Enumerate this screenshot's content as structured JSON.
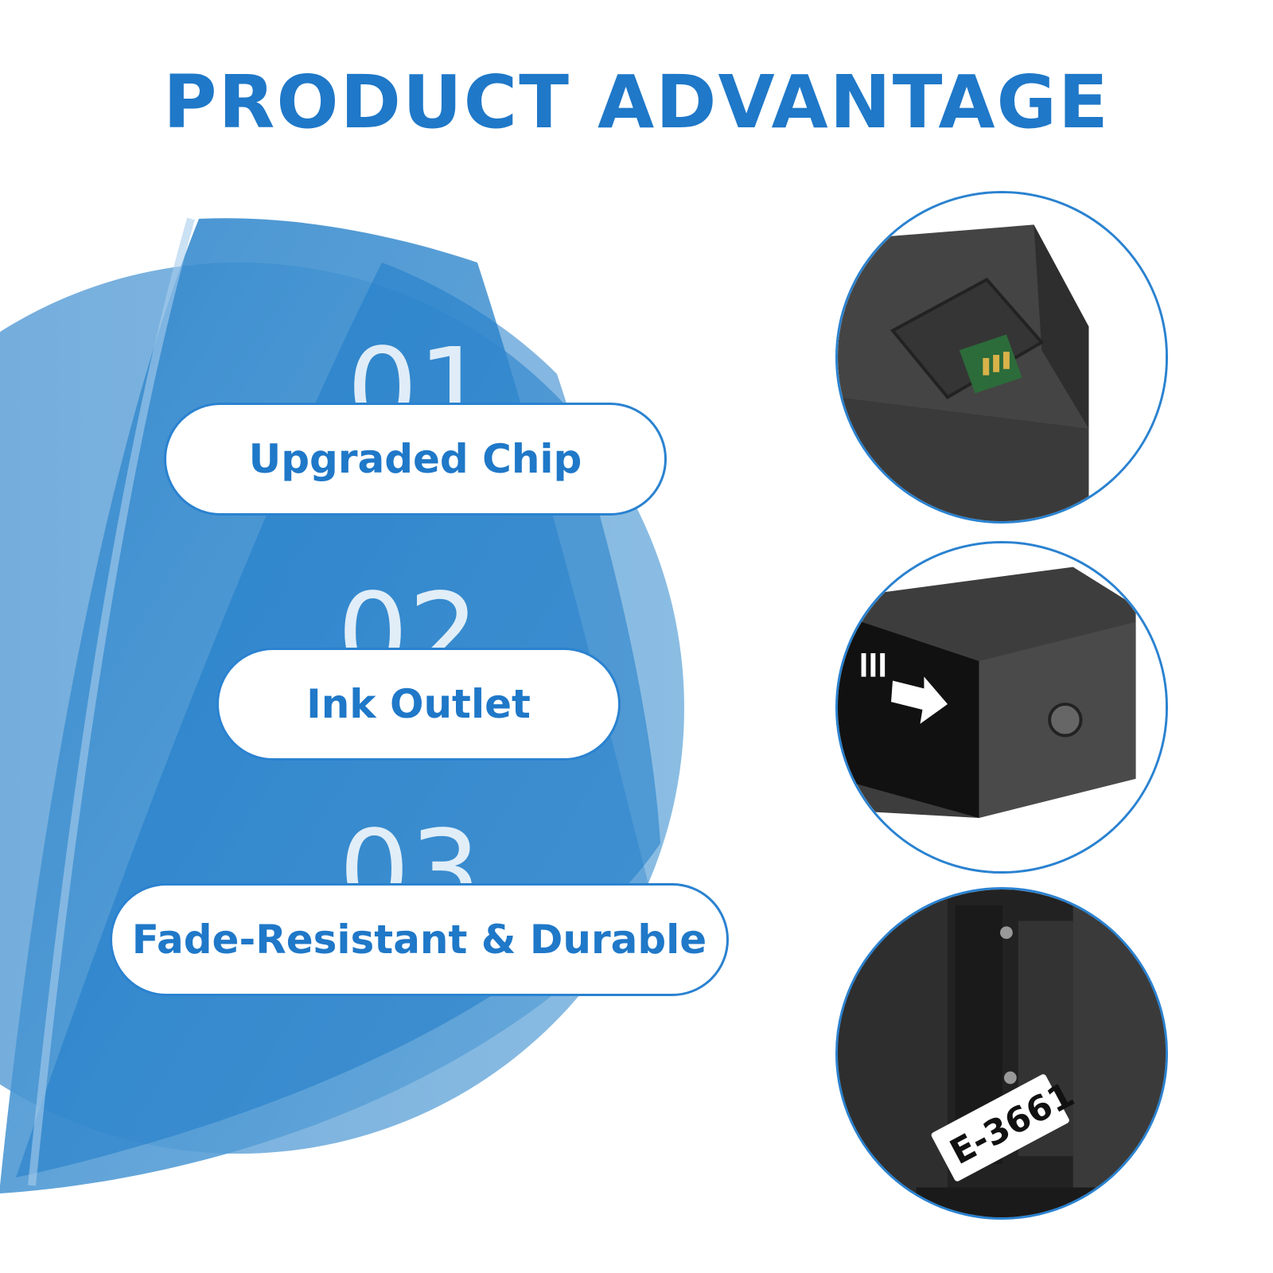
{
  "title": "PRODUCT ADVANTAGE",
  "features": [
    {
      "number": "01",
      "label": "Upgraded Chip"
    },
    {
      "number": "02",
      "label": "Ink Outlet"
    },
    {
      "number": "03",
      "label": "Fade-Resistant & Durable"
    }
  ],
  "photos": [
    {
      "subject": "cartridge-chip-photo"
    },
    {
      "subject": "ink-outlet-photo"
    },
    {
      "subject": "installed-cartridge-photo",
      "label": "E-3661"
    }
  ],
  "colors": {
    "accent": "#1f78c8",
    "blue_dark": "#1a78c6",
    "blue_light": "#7fb6df",
    "cartridge": "#3b3b3b"
  }
}
